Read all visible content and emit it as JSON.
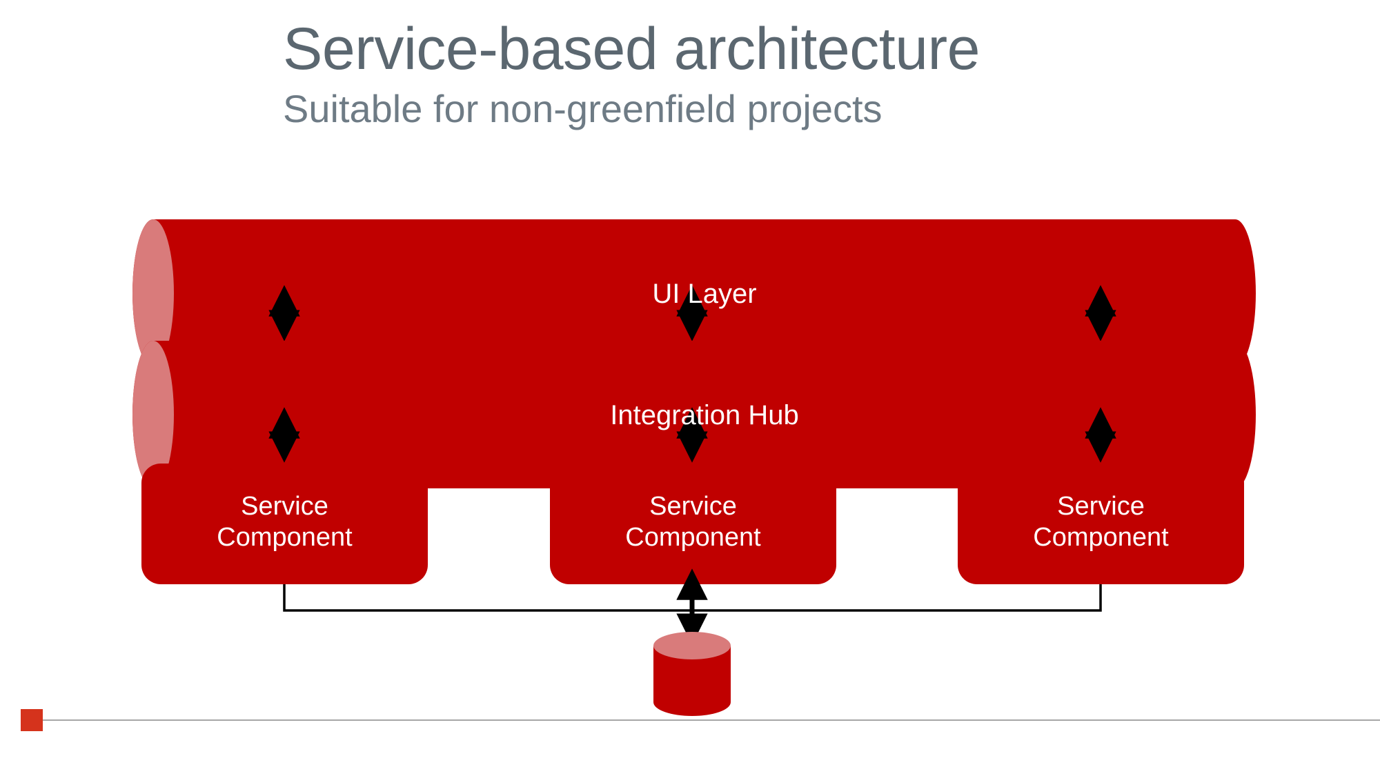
{
  "slide": {
    "title": "Service-based architecture",
    "subtitle": "Suitable for non-greenfield projects"
  },
  "colors": {
    "shape_fill": "#C00000",
    "shape_cap_light": "#D97B7B",
    "title_color": "#5B6770",
    "subtitle_color": "#6E7B85",
    "connector_color": "#000000",
    "footer_accent": "#D5331C",
    "footer_rule": "#A6A6A6",
    "label_text": "#FFFFFF",
    "background": "#FFFFFF"
  },
  "diagram": {
    "type": "layered-architecture",
    "layers": [
      {
        "id": "ui-layer",
        "shape": "horizontal-cylinder",
        "label": "UI Layer"
      },
      {
        "id": "integration-hub",
        "shape": "horizontal-cylinder",
        "label": "Integration Hub"
      }
    ],
    "service_components": [
      {
        "id": "service-component-1",
        "shape": "rounded-rectangle",
        "label": "Service\nComponent"
      },
      {
        "id": "service-component-2",
        "shape": "rounded-rectangle",
        "label": "Service\nComponent"
      },
      {
        "id": "service-component-3",
        "shape": "rounded-rectangle",
        "label": "Service\nComponent"
      }
    ],
    "database": {
      "id": "shared-database",
      "shape": "vertical-cylinder",
      "label": ""
    },
    "connectors": [
      {
        "from": "ui-layer",
        "to": "integration-hub",
        "style": "double-arrow",
        "column": "left"
      },
      {
        "from": "ui-layer",
        "to": "integration-hub",
        "style": "double-arrow",
        "column": "center"
      },
      {
        "from": "ui-layer",
        "to": "integration-hub",
        "style": "double-arrow",
        "column": "right"
      },
      {
        "from": "integration-hub",
        "to": "service-component-1",
        "style": "double-arrow",
        "column": "left"
      },
      {
        "from": "integration-hub",
        "to": "service-component-2",
        "style": "double-arrow",
        "column": "center"
      },
      {
        "from": "integration-hub",
        "to": "service-component-3",
        "style": "double-arrow",
        "column": "right"
      },
      {
        "from": "service-components",
        "to": "shared-database",
        "style": "bus-double-arrow",
        "column": "center"
      }
    ]
  },
  "footer": {
    "accent_shape": "square",
    "rule": "horizontal-line"
  }
}
